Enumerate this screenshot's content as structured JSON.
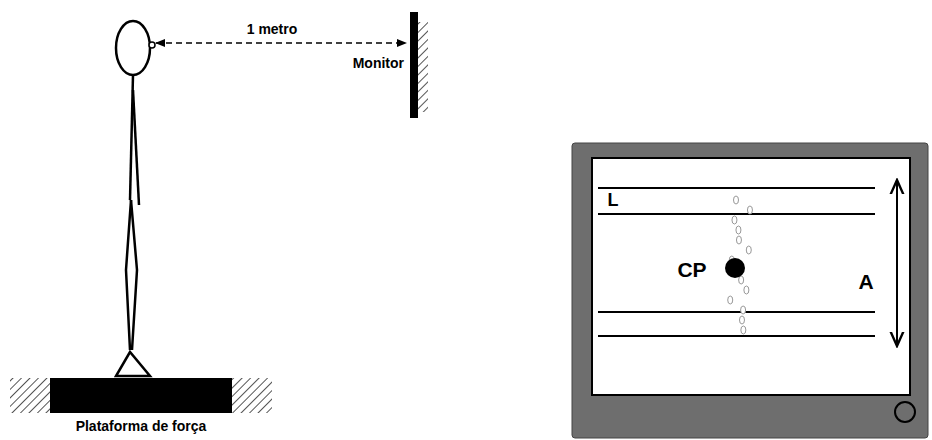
{
  "diagram": {
    "labels": [
      "1 metro",
      "Monitor",
      "Plataforma de força",
      "L",
      "CP",
      "A"
    ]
  }
}
